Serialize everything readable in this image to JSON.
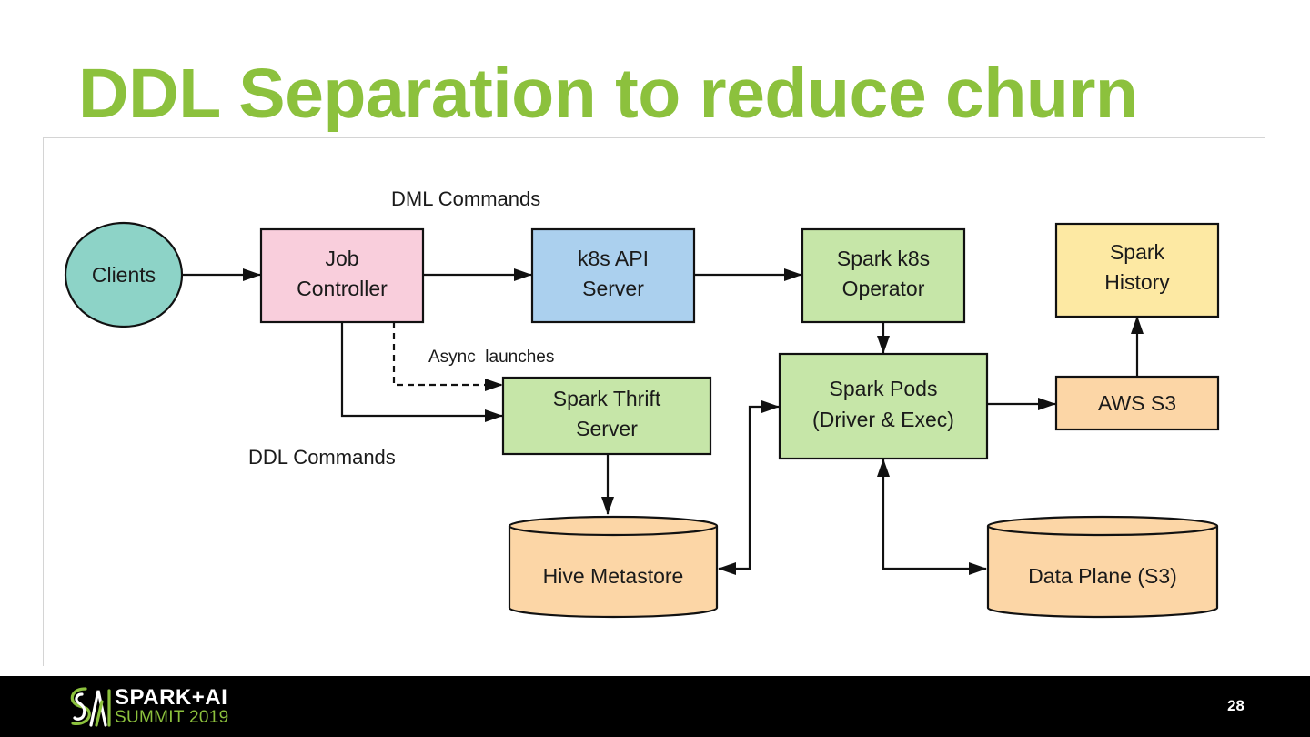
{
  "slide": {
    "title": "DDL Separation to reduce churn",
    "page_number": "28",
    "accent_color": "#8cc13d"
  },
  "footer": {
    "logo_top": "SPARK+AI",
    "logo_bottom": "SUMMIT 2019"
  },
  "diagram": {
    "nodes": {
      "clients": {
        "label": [
          "Clients"
        ],
        "shape": "ellipse",
        "fill": "#8dd3c7"
      },
      "job_controller": {
        "label": [
          "Job",
          "Controller"
        ],
        "shape": "rect",
        "fill": "#f9cedc"
      },
      "k8s_api_server": {
        "label": [
          "k8s API",
          "Server"
        ],
        "shape": "rect",
        "fill": "#abd0ee"
      },
      "spark_k8s_operator": {
        "label": [
          "Spark k8s",
          "Operator"
        ],
        "shape": "rect",
        "fill": "#c6e6a8"
      },
      "spark_history": {
        "label": [
          "Spark",
          "History"
        ],
        "shape": "rect",
        "fill": "#fde9a3"
      },
      "spark_thrift_server": {
        "label": [
          "Spark Thrift",
          "Server"
        ],
        "shape": "rect",
        "fill": "#c6e6a8"
      },
      "spark_pods": {
        "label": [
          "Spark Pods",
          "(Driver & Exec)"
        ],
        "shape": "rect",
        "fill": "#c6e6a8"
      },
      "aws_s3": {
        "label": [
          "AWS S3"
        ],
        "shape": "rect",
        "fill": "#fcd6a6"
      },
      "hive_metastore": {
        "label": [
          "Hive Metastore"
        ],
        "shape": "cylinder",
        "fill": "#fcd6a6"
      },
      "data_plane": {
        "label": [
          "Data Plane (S3)"
        ],
        "shape": "cylinder",
        "fill": "#fcd6a6"
      }
    },
    "edges": [
      {
        "from": "clients",
        "to": "job_controller",
        "style": "solid"
      },
      {
        "from": "job_controller",
        "to": "k8s_api_server",
        "style": "solid"
      },
      {
        "from": "k8s_api_server",
        "to": "spark_k8s_operator",
        "style": "solid"
      },
      {
        "from": "spark_k8s_operator",
        "to": "spark_pods",
        "style": "solid"
      },
      {
        "from": "job_controller",
        "to": "spark_thrift_server",
        "style": "dashed",
        "label": "Async  launches"
      },
      {
        "from": "job_controller",
        "to": "spark_thrift_server",
        "style": "solid"
      },
      {
        "from": "spark_thrift_server",
        "to": "hive_metastore",
        "style": "solid"
      },
      {
        "from": "spark_pods",
        "to": "hive_metastore",
        "style": "solid",
        "bidirectional": true
      },
      {
        "from": "spark_pods",
        "to": "data_plane",
        "style": "solid",
        "bidirectional": true
      },
      {
        "from": "spark_pods",
        "to": "aws_s3",
        "style": "solid"
      },
      {
        "from": "aws_s3",
        "to": "spark_history",
        "style": "solid"
      }
    ],
    "annotations": {
      "dml": "DML Commands",
      "ddl": "DDL Commands",
      "async": "Async  launches"
    }
  }
}
